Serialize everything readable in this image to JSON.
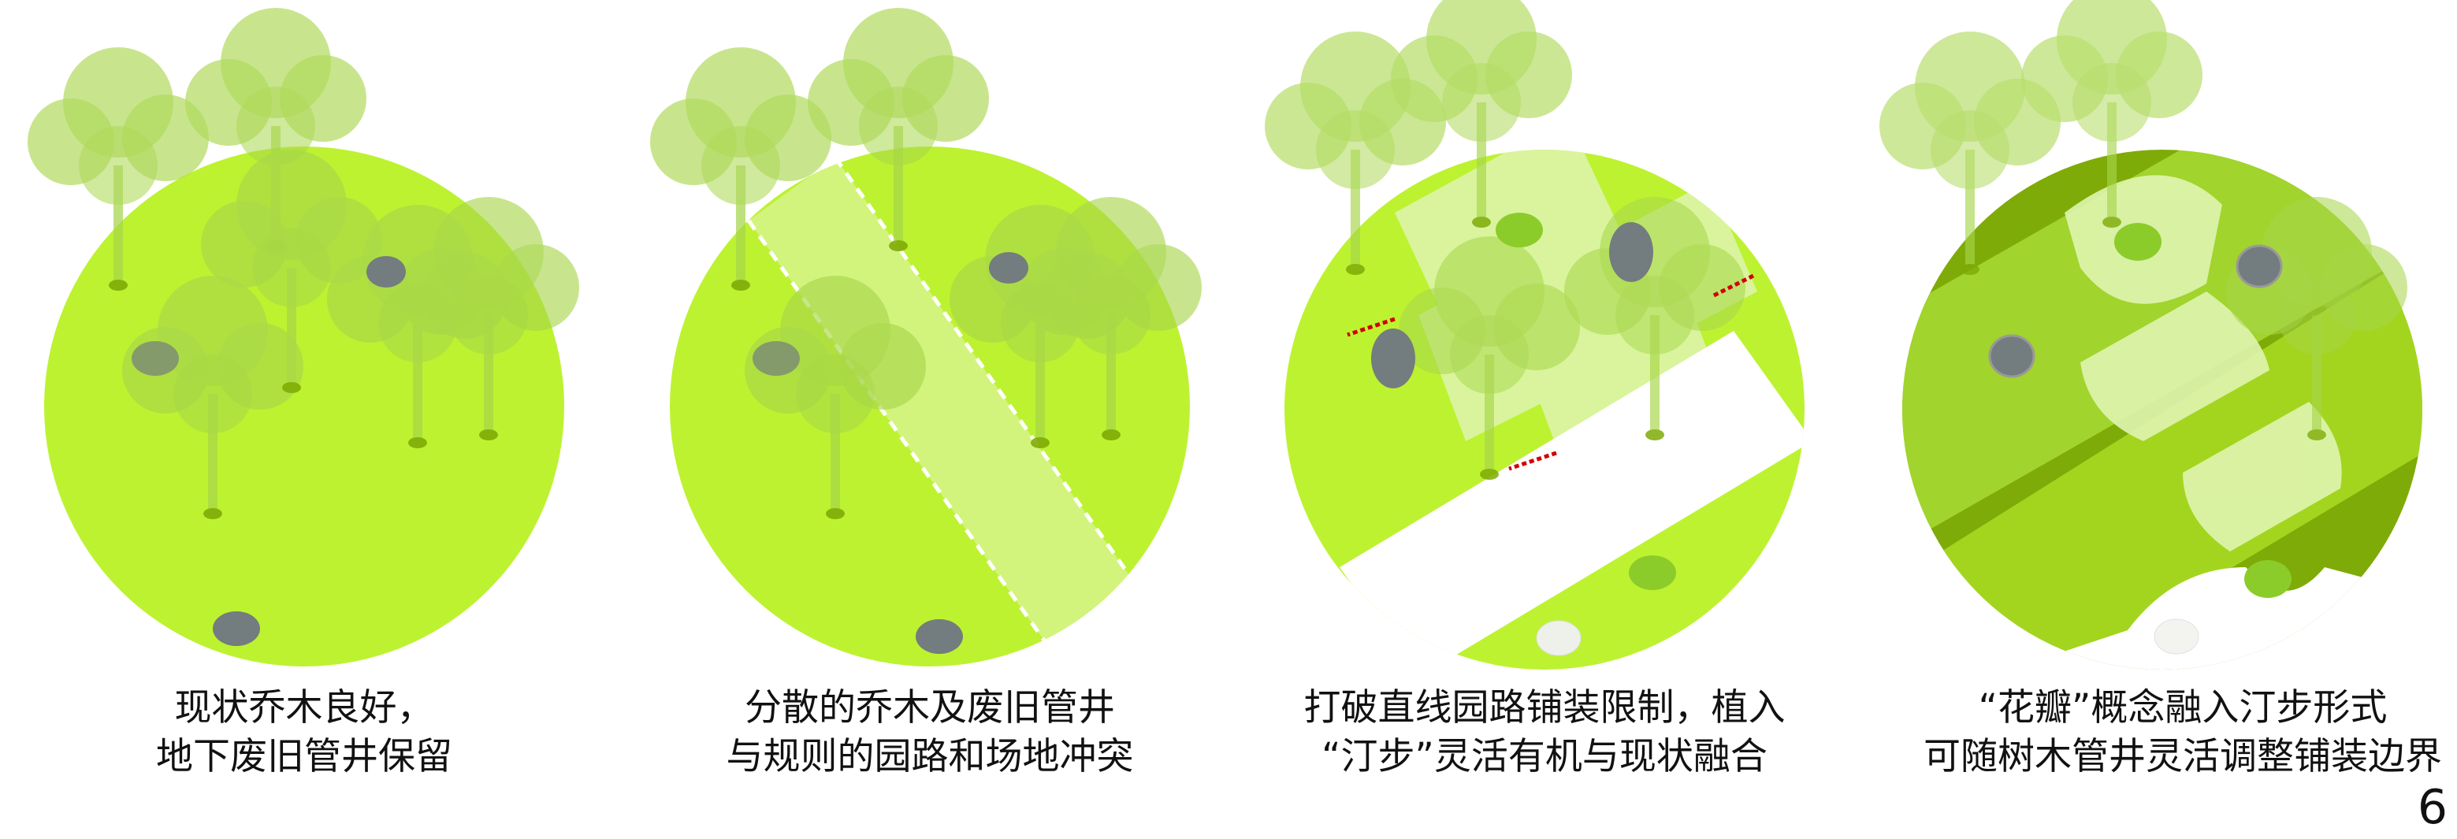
{
  "panels": [
    {
      "caption_line1": "现状乔木良好，",
      "caption_line2": "地下废旧管井保留"
    },
    {
      "caption_line1": "分散的乔木及废旧管井",
      "caption_line2": "与规则的园路和场地冲突"
    },
    {
      "caption_line1": "打破直线园路铺装限制，植入",
      "caption_line2": "“汀步”灵活有机与现状融合"
    },
    {
      "caption_line1": "“花瓣”概念融入汀步形式",
      "caption_line2": "可随树木管井灵活调整铺装边界"
    }
  ],
  "page_number": "6",
  "colors": {
    "lime": "#bdf231",
    "tree": "#a6d64a",
    "dark_green": "#7eab07",
    "pale": "#dff5b0",
    "manhole": "#737c7e",
    "arrow": "#d10000"
  }
}
